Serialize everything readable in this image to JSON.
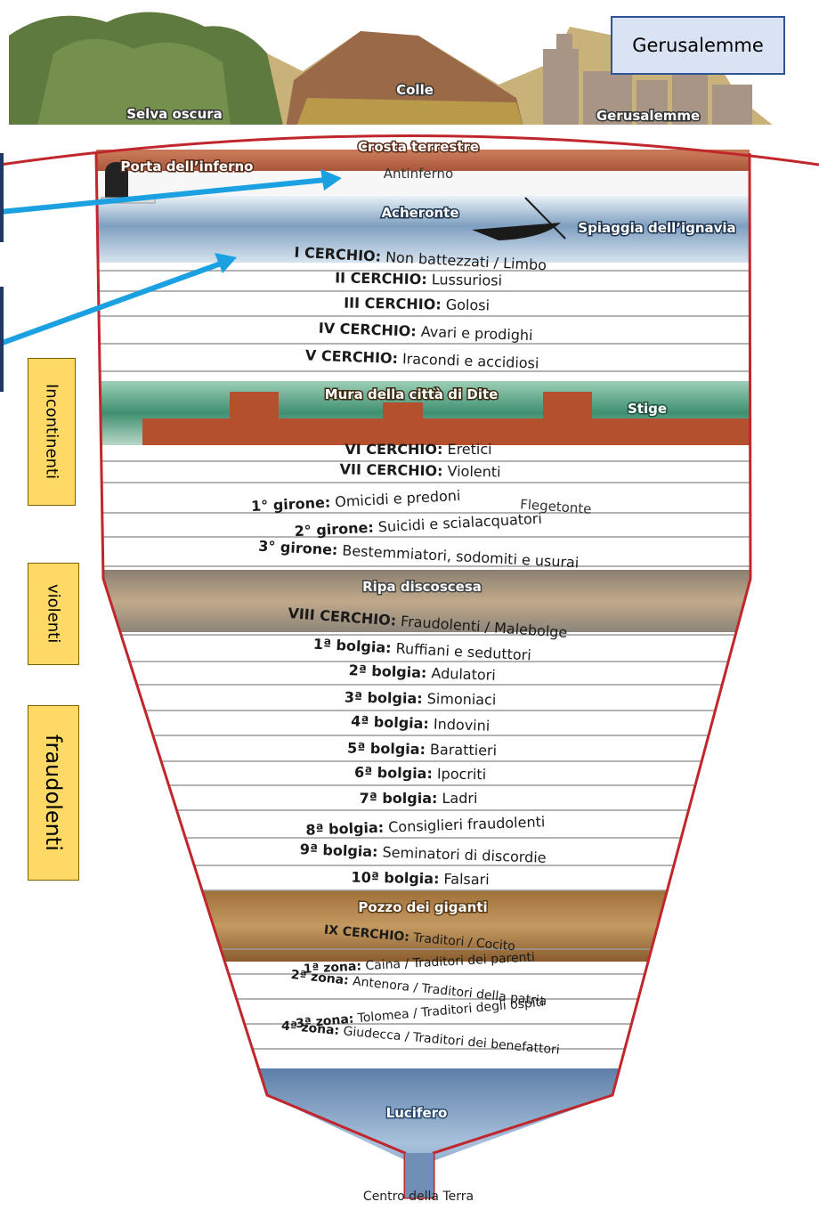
{
  "surface": {
    "labels": {
      "selva": "Selva oscura",
      "colle": "Colle",
      "gerusalemme": "Gerusalemme"
    },
    "callout": "Gerusalemme"
  },
  "top_layers": {
    "crosta": "Crosta terrestre",
    "porta": "Porta dell’inferno",
    "antinferno": "Antinferno",
    "acheronte": "Acheronte",
    "spiaggia": "Spiaggia dell’ignavia"
  },
  "bands": [
    {
      "bold": "I CERCHIO:",
      "text": " Non battezzati / Limbo"
    },
    {
      "bold": "II CERCHIO:",
      "text": " Lussuriosi"
    },
    {
      "bold": "III CERCHIO:",
      "text": " Golosi"
    },
    {
      "bold": "IV CERCHIO:",
      "text": " Avari e prodighi"
    },
    {
      "bold": "V CERCHIO:",
      "text": " Iracondi e accidiosi"
    },
    {
      "bold": "VI CERCHIO:",
      "text": " Eretici"
    },
    {
      "bold": "VII CERCHIO:",
      "text": " Violenti"
    },
    {
      "bold": "1° girone:",
      "text": " Omicidi e predoni"
    },
    {
      "bold": "2° girone:",
      "text": " Suicidi e scialacquatori"
    },
    {
      "bold": "3° girone:",
      "text": " Bestemmiatori, sodomiti e usurai"
    },
    {
      "bold": "VIII CERCHIO:",
      "text": " Fraudolenti / Malebolge"
    },
    {
      "bold": "1ª bolgia:",
      "text": " Ruffiani e seduttori"
    },
    {
      "bold": "2ª bolgia:",
      "text": " Adulatori"
    },
    {
      "bold": "3ª bolgia:",
      "text": " Simoniaci"
    },
    {
      "bold": "4ª bolgia:",
      "text": " Indovini"
    },
    {
      "bold": "5ª bolgia:",
      "text": " Barattieri"
    },
    {
      "bold": "6ª bolgia:",
      "text": " Ipocriti"
    },
    {
      "bold": "7ª bolgia:",
      "text": " Ladri"
    },
    {
      "bold": "8ª bolgia:",
      "text": " Consiglieri fraudolenti"
    },
    {
      "bold": "9ª bolgia:",
      "text": " Seminatori di discordie"
    },
    {
      "bold": "10ª bolgia:",
      "text": " Falsari"
    },
    {
      "bold": "IX CERCHIO:",
      "text": " Traditori / Cocito"
    },
    {
      "bold": "1ª zona:",
      "text": " Caina / Traditori dei parenti"
    },
    {
      "bold": "2ª zona:",
      "text": " Antenora / Traditori della patria"
    },
    {
      "bold": "3ª zona:",
      "text": " Tolomea / Traditori degli ospiti"
    },
    {
      "bold": "4ª zona:",
      "text": " Giudecca / Traditori dei benefattori"
    }
  ],
  "features": {
    "mura": "Mura della città di Dite",
    "stige": "Stige",
    "flegetonte": "Flegetonte",
    "ripa": "Ripa discoscesa",
    "pozzo": "Pozzo dei giganti",
    "lucifero": "Lucifero",
    "centro": "Centro della Terra"
  },
  "side_labels": {
    "incontinenti": "Incontinenti",
    "violenti": "violenti",
    "fraudolenti": "fraudolenti"
  },
  "colors": {
    "outline": "#c0272d",
    "arrow": "#1ba1e2",
    "label_box": "#ffd966",
    "callout_box": "#dae3f3"
  }
}
